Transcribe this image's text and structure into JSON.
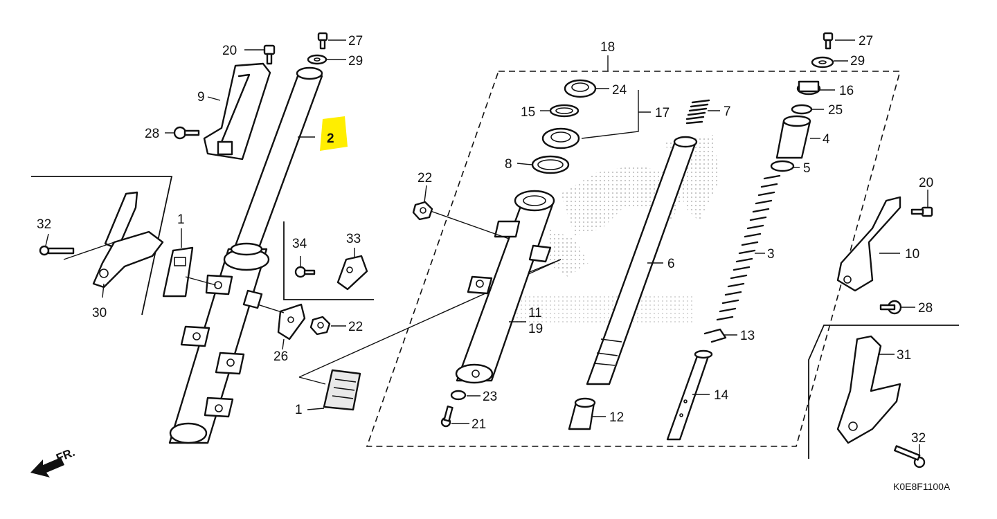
{
  "diagram_code": "K0E8F1100A",
  "direction_label": "FR.",
  "highlight_color": "#ffee00",
  "highlighted_part": "2",
  "callouts": {
    "p1_left": "1",
    "p1_bottom": "1",
    "p2": "2",
    "p3": "3",
    "p4": "4",
    "p5": "5",
    "p6": "6",
    "p7": "7",
    "p8": "8",
    "p9": "9",
    "p10": "10",
    "p11": "11",
    "p12": "12",
    "p13": "13",
    "p14": "14",
    "p15": "15",
    "p16": "16",
    "p17": "17",
    "p18": "18",
    "p19": "19",
    "p20_left": "20",
    "p20_right": "20",
    "p21": "21",
    "p22_left": "22",
    "p22_right": "22",
    "p23": "23",
    "p24": "24",
    "p25": "25",
    "p26": "26",
    "p27_left": "27",
    "p27_right": "27",
    "p28_left": "28",
    "p28_right": "28",
    "p29_left": "29",
    "p29_right": "29",
    "p30": "30",
    "p31": "31",
    "p32_left": "32",
    "p32_right": "32",
    "p33": "33",
    "p34": "34"
  }
}
